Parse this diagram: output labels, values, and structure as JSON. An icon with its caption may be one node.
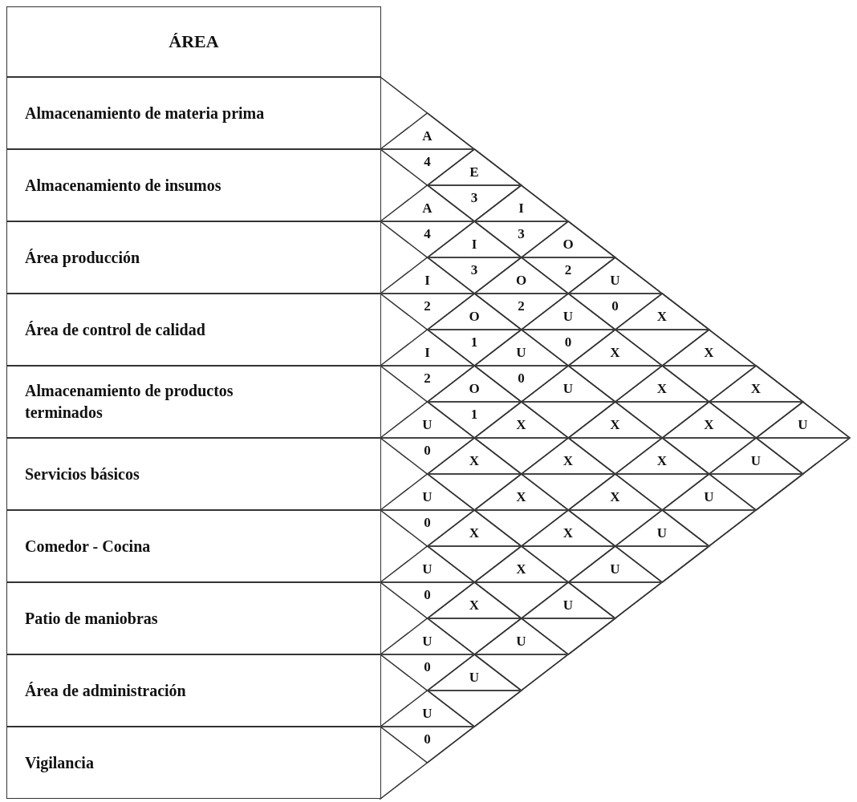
{
  "diagram": {
    "nodes": [
      {
        "text": [
          "ÁREA"
        ]
      },
      {
        "text": [
          "Almacenamiento de materia prima"
        ]
      },
      {
        "text": [
          "Almacenamiento de insumos"
        ]
      },
      {
        "text": [
          "Área producción"
        ]
      },
      {
        "text": [
          "Área de control de calidad"
        ]
      },
      {
        "text": [
          "Almacenamiento de productos terminados"
        ]
      },
      {
        "text": [
          "Servicios básicos"
        ]
      },
      {
        "text": [
          "Comedor - Cocina"
        ]
      },
      {
        "text": [
          "Patio de maniobras"
        ]
      },
      {
        "text": [
          "Área de administración"
        ]
      },
      {
        "text": [
          "Vigilancia"
        ]
      },
      {
        "text": [
          "A",
          "4"
        ]
      },
      {
        "text": [
          "E",
          "3"
        ]
      },
      {
        "text": [
          "I",
          "3"
        ]
      },
      {
        "text": [
          "O",
          "2"
        ]
      },
      {
        "text": [
          "U",
          "0"
        ]
      },
      {
        "text": [
          "X"
        ]
      },
      {
        "text": [
          "X"
        ]
      },
      {
        "text": [
          "X"
        ]
      },
      {
        "text": [
          "U"
        ]
      },
      {
        "text": [
          "A",
          "4"
        ]
      },
      {
        "text": [
          "I",
          "3"
        ]
      },
      {
        "text": [
          "O",
          "2"
        ]
      },
      {
        "text": [
          "U",
          "0"
        ]
      },
      {
        "text": [
          "X"
        ]
      },
      {
        "text": [
          "X"
        ]
      },
      {
        "text": [
          "X"
        ]
      },
      {
        "text": [
          "U"
        ]
      },
      {
        "text": [
          "I",
          "2"
        ]
      },
      {
        "text": [
          "O",
          "1"
        ]
      },
      {
        "text": [
          "U",
          "0"
        ]
      },
      {
        "text": [
          "U"
        ]
      },
      {
        "text": [
          "X"
        ]
      },
      {
        "text": [
          "X"
        ]
      },
      {
        "text": [
          "U"
        ]
      },
      {
        "text": [
          "I",
          "2"
        ]
      },
      {
        "text": [
          "O",
          "1"
        ]
      },
      {
        "text": [
          "X"
        ]
      },
      {
        "text": [
          "X"
        ]
      },
      {
        "text": [
          "X"
        ]
      },
      {
        "text": [
          "U"
        ]
      },
      {
        "text": [
          "U",
          "0"
        ]
      },
      {
        "text": [
          "X"
        ]
      },
      {
        "text": [
          "X"
        ]
      },
      {
        "text": [
          "X"
        ]
      },
      {
        "text": [
          "U"
        ]
      },
      {
        "text": [
          "U",
          "0"
        ]
      },
      {
        "text": [
          "X"
        ]
      },
      {
        "text": [
          "X"
        ]
      },
      {
        "text": [
          "U"
        ]
      },
      {
        "text": [
          "U",
          "0"
        ]
      },
      {
        "text": [
          "X"
        ]
      },
      {
        "text": [
          "U"
        ]
      },
      {
        "text": [
          "U",
          "0"
        ]
      },
      {
        "text": [
          "U"
        ]
      },
      {
        "text": [
          "U",
          "0"
        ]
      }
    ]
  }
}
